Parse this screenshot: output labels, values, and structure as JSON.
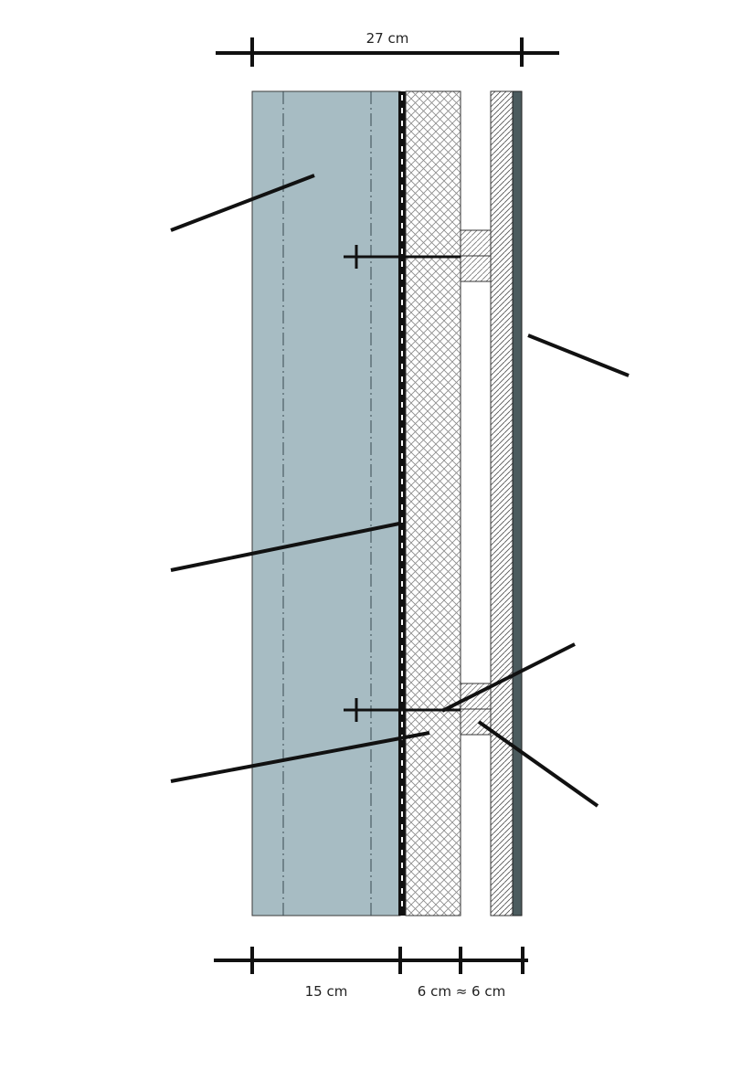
{
  "dimensions": {
    "top_total": "27 cm",
    "bottom_wall": "15 cm",
    "bottom_insulation_and_gap": "6 cm ≈ 6 cm"
  },
  "colors": {
    "wall": "#a7bcc3",
    "wall_stroke": "#3a3a3a",
    "insulation_hatch": "#8a8a8a",
    "cladding_hatch": "#555555",
    "cladding_face": "#4b5b5e",
    "line": "#111111"
  }
}
